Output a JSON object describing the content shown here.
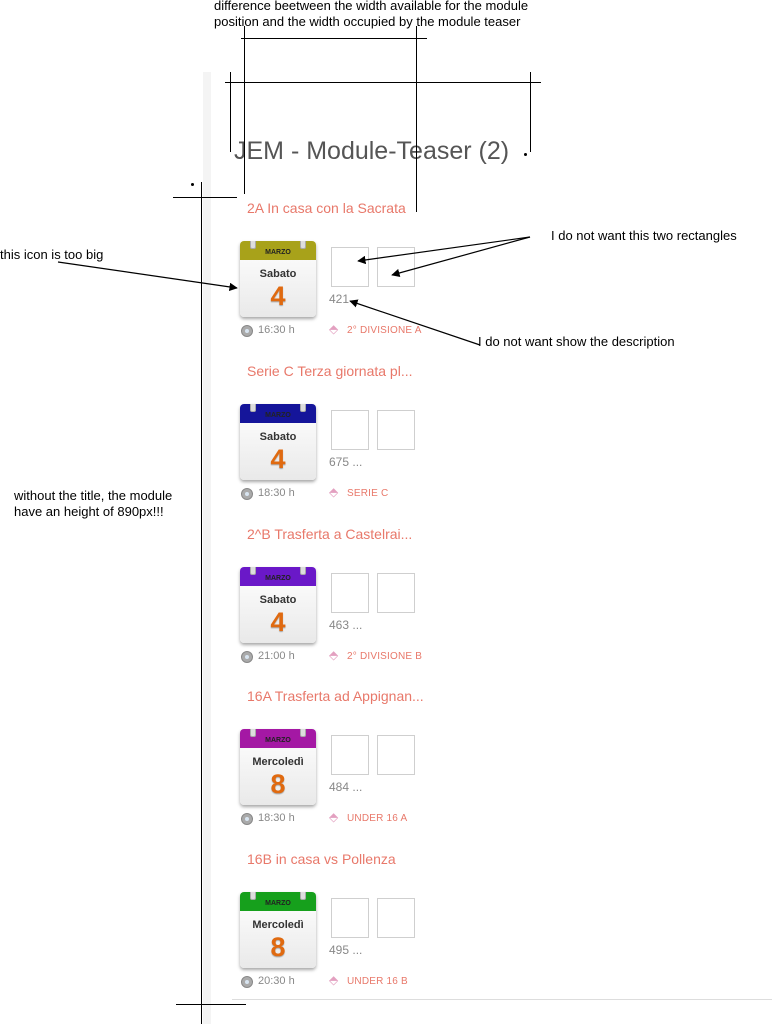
{
  "annotations": {
    "top_line1": "difference beetween the width available for the module",
    "top_line2": "position and the width occupied by the module teaser",
    "rectangles": "I do not want this two rectangles",
    "icon": "this icon is too big",
    "description": "I do not want show the description",
    "height_line1": "without the title, the module",
    "height_line2": "have an height of 890px!!!"
  },
  "module": {
    "title": "JEM - Module-Teaser (2)",
    "events": [
      {
        "title": "2A In casa con la Sacrata",
        "month": "MARZO",
        "weekday": "Sabato",
        "day": "4",
        "header_color": "#a8a21a",
        "desc": "421",
        "time": "16:30 h",
        "category": "2° DIVISIONE A"
      },
      {
        "title": "Serie C Terza giornata pl...",
        "month": "MARZO",
        "weekday": "Sabato",
        "day": "4",
        "header_color": "#15159a",
        "desc": "675 ...",
        "time": "18:30 h",
        "category": "SERIE C"
      },
      {
        "title": "2^B Trasferta a Castelrai...",
        "month": "MARZO",
        "weekday": "Sabato",
        "day": "4",
        "header_color": "#6a18c8",
        "desc": "463 ...",
        "time": "21:00 h",
        "category": "2° DIVISIONE B"
      },
      {
        "title": "16A Trasferta ad Appignan...",
        "month": "MARZO",
        "weekday": "Mercoledì",
        "day": "8",
        "header_color": "#a418a4",
        "desc": "484 ...",
        "time": "18:30 h",
        "category": "UNDER 16 A"
      },
      {
        "title": "16B in casa vs Pollenza",
        "month": "MARZO",
        "weekday": "Mercoledì",
        "day": "8",
        "header_color": "#16a01c",
        "desc": "495 ...",
        "time": "20:30 h",
        "category": "UNDER 16 B"
      }
    ]
  }
}
